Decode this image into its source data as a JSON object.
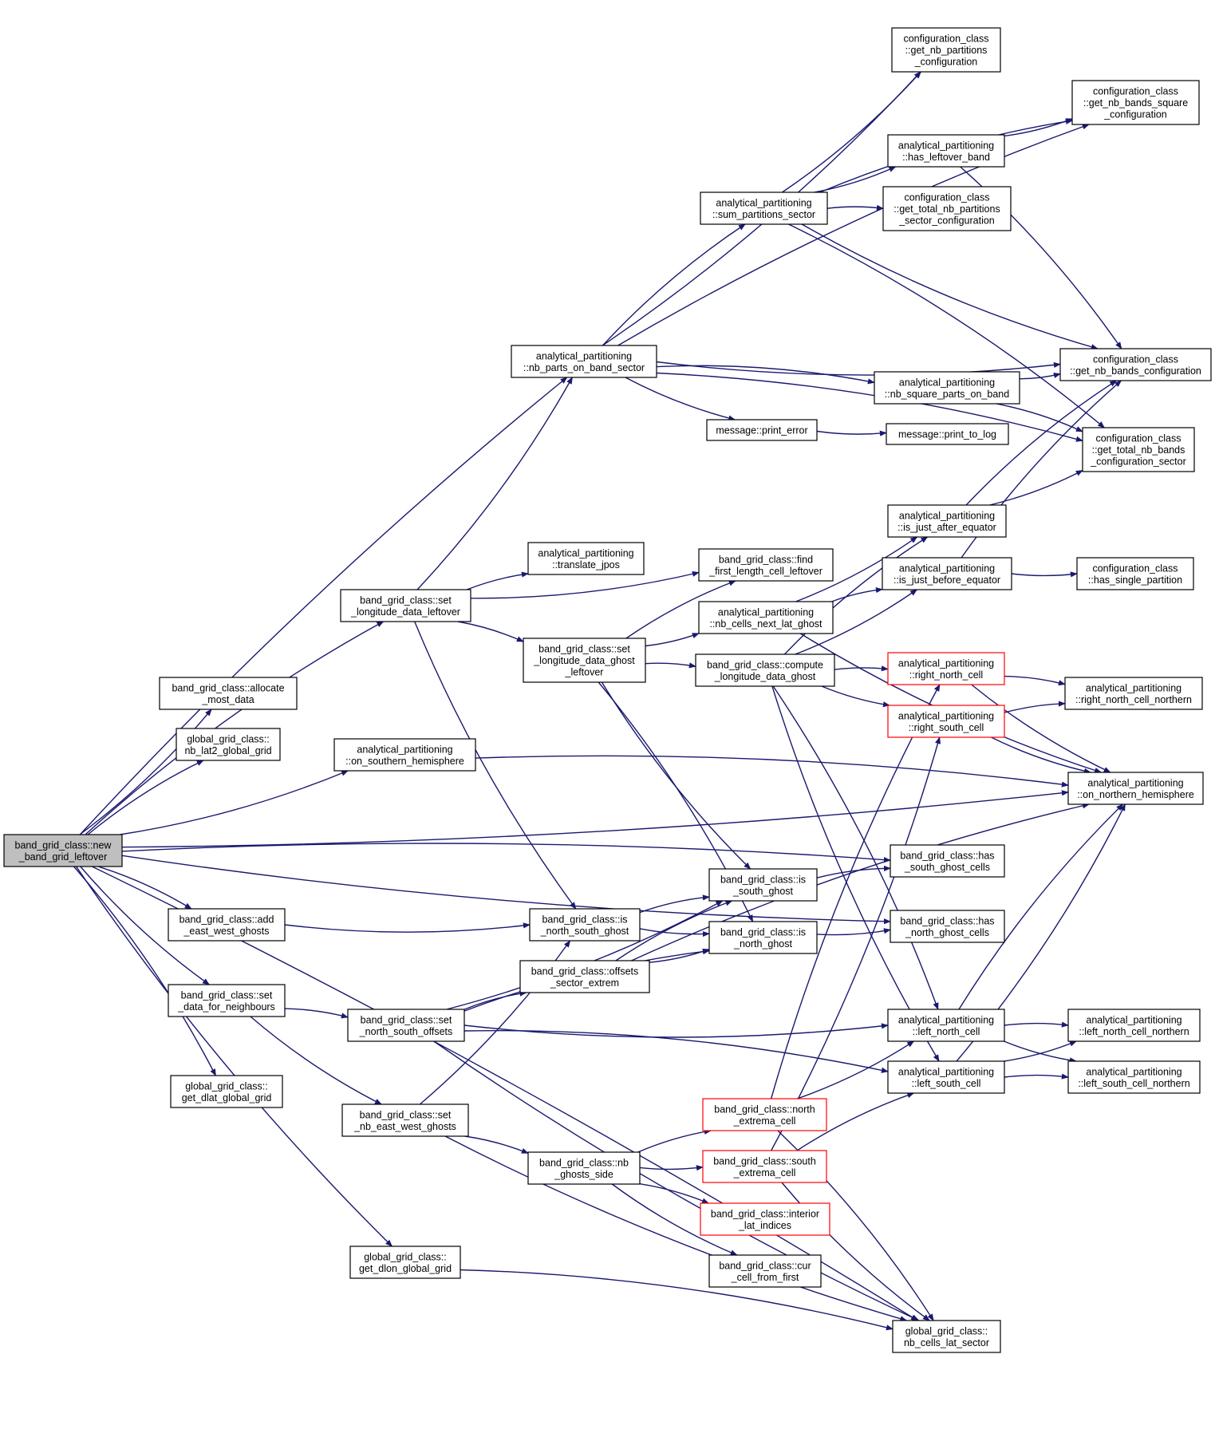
{
  "colors": {
    "edge": "#191970",
    "node_border": "#000000",
    "highlight_border": "#ff0000",
    "root_fill": "#bfbfbf"
  },
  "nodes": [
    {
      "id": "root",
      "lines": [
        "band_grid_class::new",
        "_band_grid_leftover"
      ],
      "style": "root"
    },
    {
      "id": "set_long_left",
      "lines": [
        "band_grid_class::set",
        "_longitude_data_leftover"
      ]
    },
    {
      "id": "allocate",
      "lines": [
        "band_grid_class::allocate",
        "_most_data"
      ]
    },
    {
      "id": "nb_lat2",
      "lines": [
        "global_grid_class::",
        "nb_lat2_global_grid"
      ]
    },
    {
      "id": "on_south",
      "lines": [
        "analytical_partitioning",
        "::on_southern_hemisphere"
      ]
    },
    {
      "id": "add_ew",
      "lines": [
        "band_grid_class::add",
        "_east_west_ghosts"
      ]
    },
    {
      "id": "set_data_nb",
      "lines": [
        "band_grid_class::set",
        "_data_for_neighbours"
      ]
    },
    {
      "id": "get_dlat",
      "lines": [
        "global_grid_class::",
        "get_dlat_global_grid"
      ]
    },
    {
      "id": "get_dlon",
      "lines": [
        "global_grid_class::",
        "get_dlon_global_grid"
      ]
    },
    {
      "id": "set_ns_off",
      "lines": [
        "band_grid_class::set",
        "_north_south_offsets"
      ]
    },
    {
      "id": "set_nb_ew",
      "lines": [
        "band_grid_class::set",
        "_nb_east_west_ghosts"
      ]
    },
    {
      "id": "nb_parts",
      "lines": [
        "analytical_partitioning",
        "::nb_parts_on_band_sector"
      ]
    },
    {
      "id": "translate",
      "lines": [
        "analytical_partitioning",
        "::translate_jpos"
      ]
    },
    {
      "id": "set_long_ghost",
      "lines": [
        "band_grid_class::set",
        "_longitude_data_ghost",
        "_leftover"
      ]
    },
    {
      "id": "is_ns_ghost",
      "lines": [
        "band_grid_class::is",
        "_north_south_ghost"
      ]
    },
    {
      "id": "offsets",
      "lines": [
        "band_grid_class::offsets",
        "_sector_extrem"
      ]
    },
    {
      "id": "nb_ghosts_side",
      "lines": [
        "band_grid_class::nb",
        "_ghosts_side"
      ]
    },
    {
      "id": "sum_parts",
      "lines": [
        "analytical_partitioning",
        "::sum_partitions_sector"
      ]
    },
    {
      "id": "print_error",
      "lines": [
        "message::print_error"
      ]
    },
    {
      "id": "find_first",
      "lines": [
        "band_grid_class::find",
        "_first_length_cell_leftover"
      ]
    },
    {
      "id": "nb_cells_next",
      "lines": [
        "analytical_partitioning",
        "::nb_cells_next_lat_ghost"
      ]
    },
    {
      "id": "compute_long",
      "lines": [
        "band_grid_class::compute",
        "_longitude_data_ghost"
      ]
    },
    {
      "id": "is_south_ghost",
      "lines": [
        "band_grid_class::is",
        "_south_ghost"
      ]
    },
    {
      "id": "is_north_ghost",
      "lines": [
        "band_grid_class::is",
        "_north_ghost"
      ]
    },
    {
      "id": "north_extrema",
      "lines": [
        "band_grid_class::north",
        "_extrema_cell"
      ],
      "style": "red"
    },
    {
      "id": "south_extrema",
      "lines": [
        "band_grid_class::south",
        "_extrema_cell"
      ],
      "style": "red"
    },
    {
      "id": "interior_lat",
      "lines": [
        "band_grid_class::interior",
        "_lat_indices"
      ],
      "style": "red"
    },
    {
      "id": "cur_cell",
      "lines": [
        "band_grid_class::cur",
        "_cell_from_first"
      ]
    },
    {
      "id": "get_nb_part_conf",
      "lines": [
        "configuration_class",
        "::get_nb_partitions",
        "_configuration"
      ]
    },
    {
      "id": "has_leftover",
      "lines": [
        "analytical_partitioning",
        "::has_leftover_band"
      ]
    },
    {
      "id": "get_total_nb_part",
      "lines": [
        "configuration_class",
        "::get_total_nb_partitions",
        "_sector_configuration"
      ]
    },
    {
      "id": "nb_square_parts",
      "lines": [
        "analytical_partitioning",
        "::nb_square_parts_on_band"
      ]
    },
    {
      "id": "print_to_log",
      "lines": [
        "message::print_to_log"
      ]
    },
    {
      "id": "is_after_eq",
      "lines": [
        "analytical_partitioning",
        "::is_just_after_equator"
      ]
    },
    {
      "id": "is_before_eq",
      "lines": [
        "analytical_partitioning",
        "::is_just_before_equator"
      ]
    },
    {
      "id": "right_north",
      "lines": [
        "analytical_partitioning",
        "::right_north_cell"
      ],
      "style": "red"
    },
    {
      "id": "right_south",
      "lines": [
        "analytical_partitioning",
        "::right_south_cell"
      ],
      "style": "red"
    },
    {
      "id": "has_south_ghost",
      "lines": [
        "band_grid_class::has",
        "_south_ghost_cells"
      ]
    },
    {
      "id": "has_north_ghost",
      "lines": [
        "band_grid_class::has",
        "_north_ghost_cells"
      ]
    },
    {
      "id": "left_north",
      "lines": [
        "analytical_partitioning",
        "::left_north_cell"
      ]
    },
    {
      "id": "left_south",
      "lines": [
        "analytical_partitioning",
        "::left_south_cell"
      ]
    },
    {
      "id": "nb_cells_lat_sector",
      "lines": [
        "global_grid_class::",
        "nb_cells_lat_sector"
      ]
    },
    {
      "id": "get_nb_bands_sq",
      "lines": [
        "configuration_class",
        "::get_nb_bands_square",
        "_configuration"
      ]
    },
    {
      "id": "get_nb_bands",
      "lines": [
        "configuration_class",
        "::get_nb_bands_configuration"
      ]
    },
    {
      "id": "get_total_nb_bands",
      "lines": [
        "configuration_class",
        "::get_total_nb_bands",
        "_configuration_sector"
      ]
    },
    {
      "id": "has_single",
      "lines": [
        "configuration_class",
        "::has_single_partition"
      ]
    },
    {
      "id": "right_north_n",
      "lines": [
        "analytical_partitioning",
        "::right_north_cell_northern"
      ]
    },
    {
      "id": "on_north",
      "lines": [
        "analytical_partitioning",
        "::on_northern_hemisphere"
      ]
    },
    {
      "id": "left_north_n",
      "lines": [
        "analytical_partitioning",
        "::left_north_cell_northern"
      ]
    },
    {
      "id": "left_south_n",
      "lines": [
        "analytical_partitioning",
        "::left_south_cell_northern"
      ]
    }
  ],
  "edges": [
    [
      "root",
      "set_long_left"
    ],
    [
      "root",
      "allocate"
    ],
    [
      "root",
      "nb_lat2"
    ],
    [
      "root",
      "on_south"
    ],
    [
      "root",
      "add_ew"
    ],
    [
      "root",
      "set_data_nb"
    ],
    [
      "root",
      "get_dlat"
    ],
    [
      "root",
      "get_dlon"
    ],
    [
      "root",
      "nb_parts"
    ],
    [
      "root",
      "on_north"
    ],
    [
      "root",
      "has_south_ghost"
    ],
    [
      "root",
      "has_north_ghost"
    ],
    [
      "root",
      "nb_cells_lat_sector"
    ],
    [
      "set_long_left",
      "nb_parts"
    ],
    [
      "set_long_left",
      "translate"
    ],
    [
      "set_long_left",
      "find_first"
    ],
    [
      "set_long_left",
      "set_long_ghost"
    ],
    [
      "set_long_left",
      "is_ns_ghost"
    ],
    [
      "nb_parts",
      "sum_parts"
    ],
    [
      "nb_parts",
      "get_nb_part_conf"
    ],
    [
      "nb_parts",
      "get_nb_bands_sq"
    ],
    [
      "nb_parts",
      "get_nb_bands"
    ],
    [
      "nb_parts",
      "nb_square_parts"
    ],
    [
      "nb_parts",
      "print_error"
    ],
    [
      "nb_parts",
      "get_total_nb_bands"
    ],
    [
      "sum_parts",
      "get_nb_part_conf"
    ],
    [
      "sum_parts",
      "get_nb_bands_sq"
    ],
    [
      "sum_parts",
      "has_leftover"
    ],
    [
      "sum_parts",
      "get_total_nb_part"
    ],
    [
      "sum_parts",
      "get_nb_bands"
    ],
    [
      "sum_parts",
      "get_total_nb_bands"
    ],
    [
      "has_leftover",
      "get_nb_bands_sq"
    ],
    [
      "has_leftover",
      "get_nb_bands"
    ],
    [
      "nb_square_parts",
      "get_nb_bands"
    ],
    [
      "nb_square_parts",
      "get_total_nb_bands"
    ],
    [
      "print_error",
      "print_to_log"
    ],
    [
      "set_long_ghost",
      "find_first"
    ],
    [
      "set_long_ghost",
      "nb_cells_next"
    ],
    [
      "set_long_ghost",
      "compute_long"
    ],
    [
      "set_long_ghost",
      "is_south_ghost"
    ],
    [
      "set_long_ghost",
      "is_north_ghost"
    ],
    [
      "nb_cells_next",
      "is_after_eq"
    ],
    [
      "nb_cells_next",
      "is_before_eq"
    ],
    [
      "nb_cells_next",
      "on_north"
    ],
    [
      "is_after_eq",
      "get_nb_bands"
    ],
    [
      "is_after_eq",
      "get_total_nb_bands"
    ],
    [
      "is_before_eq",
      "get_nb_bands"
    ],
    [
      "is_before_eq",
      "has_single"
    ],
    [
      "compute_long",
      "is_after_eq"
    ],
    [
      "compute_long",
      "is_before_eq"
    ],
    [
      "compute_long",
      "right_north"
    ],
    [
      "compute_long",
      "right_south"
    ],
    [
      "compute_long",
      "left_north"
    ],
    [
      "compute_long",
      "left_south"
    ],
    [
      "right_north",
      "right_north_n"
    ],
    [
      "right_north",
      "on_north"
    ],
    [
      "right_south",
      "right_north_n"
    ],
    [
      "right_south",
      "on_north"
    ],
    [
      "on_south",
      "on_north"
    ],
    [
      "add_ew",
      "is_ns_ghost"
    ],
    [
      "is_ns_ghost",
      "is_south_ghost"
    ],
    [
      "is_ns_ghost",
      "is_north_ghost"
    ],
    [
      "is_south_ghost",
      "has_south_ghost"
    ],
    [
      "is_north_ghost",
      "has_north_ghost"
    ],
    [
      "set_data_nb",
      "set_ns_off"
    ],
    [
      "set_data_nb",
      "set_nb_ew"
    ],
    [
      "set_ns_off",
      "offsets"
    ],
    [
      "set_ns_off",
      "is_south_ghost"
    ],
    [
      "set_ns_off",
      "is_north_ghost"
    ],
    [
      "set_ns_off",
      "left_north"
    ],
    [
      "set_ns_off",
      "left_south"
    ],
    [
      "set_ns_off",
      "nb_cells_lat_sector"
    ],
    [
      "offsets",
      "is_south_ghost"
    ],
    [
      "offsets",
      "is_north_ghost"
    ],
    [
      "offsets",
      "on_north"
    ],
    [
      "set_nb_ew",
      "is_ns_ghost"
    ],
    [
      "set_nb_ew",
      "nb_ghosts_side"
    ],
    [
      "set_nb_ew",
      "nb_cells_lat_sector"
    ],
    [
      "nb_ghosts_side",
      "north_extrema"
    ],
    [
      "nb_ghosts_side",
      "south_extrema"
    ],
    [
      "nb_ghosts_side",
      "interior_lat"
    ],
    [
      "nb_ghosts_side",
      "cur_cell"
    ],
    [
      "north_extrema",
      "right_north"
    ],
    [
      "north_extrema",
      "left_north"
    ],
    [
      "north_extrema",
      "nb_cells_lat_sector"
    ],
    [
      "south_extrema",
      "right_south"
    ],
    [
      "south_extrema",
      "left_south"
    ],
    [
      "south_extrema",
      "nb_cells_lat_sector"
    ],
    [
      "left_north",
      "left_north_n"
    ],
    [
      "left_north",
      "left_south_n"
    ],
    [
      "left_north",
      "on_north"
    ],
    [
      "left_south",
      "left_north_n"
    ],
    [
      "left_south",
      "left_south_n"
    ],
    [
      "left_south",
      "on_north"
    ],
    [
      "get_dlon",
      "nb_cells_lat_sector"
    ]
  ]
}
